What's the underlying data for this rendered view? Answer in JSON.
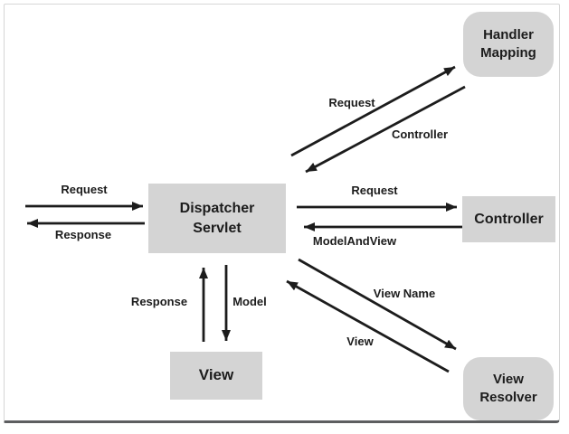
{
  "nodes": {
    "dispatcher_servlet": {
      "label": "Dispatcher\nServlet"
    },
    "handler_mapping": {
      "label": "Handler\nMapping"
    },
    "controller": {
      "label": "Controller"
    },
    "view": {
      "label": "View"
    },
    "view_resolver": {
      "label": "View\nResolver"
    }
  },
  "edges": {
    "client_request": {
      "label": "Request"
    },
    "client_response": {
      "label": "Response"
    },
    "handler_mapping_request": {
      "label": "Request"
    },
    "handler_mapping_controller": {
      "label": "Controller"
    },
    "controller_request": {
      "label": "Request"
    },
    "controller_modelandview": {
      "label": "ModelAndView"
    },
    "view_resolver_view_name": {
      "label": "View Name"
    },
    "view_resolver_view": {
      "label": "View"
    },
    "view_response": {
      "label": "Response"
    },
    "view_model": {
      "label": "Model"
    }
  },
  "colors": {
    "node_fill": "#d4d4d4",
    "arrow": "#1c1c1c",
    "text": "#1c1c1c",
    "frame_border": "#d6d6d6",
    "frame_bottom": "#5d5e60",
    "background": "#ffffff"
  }
}
